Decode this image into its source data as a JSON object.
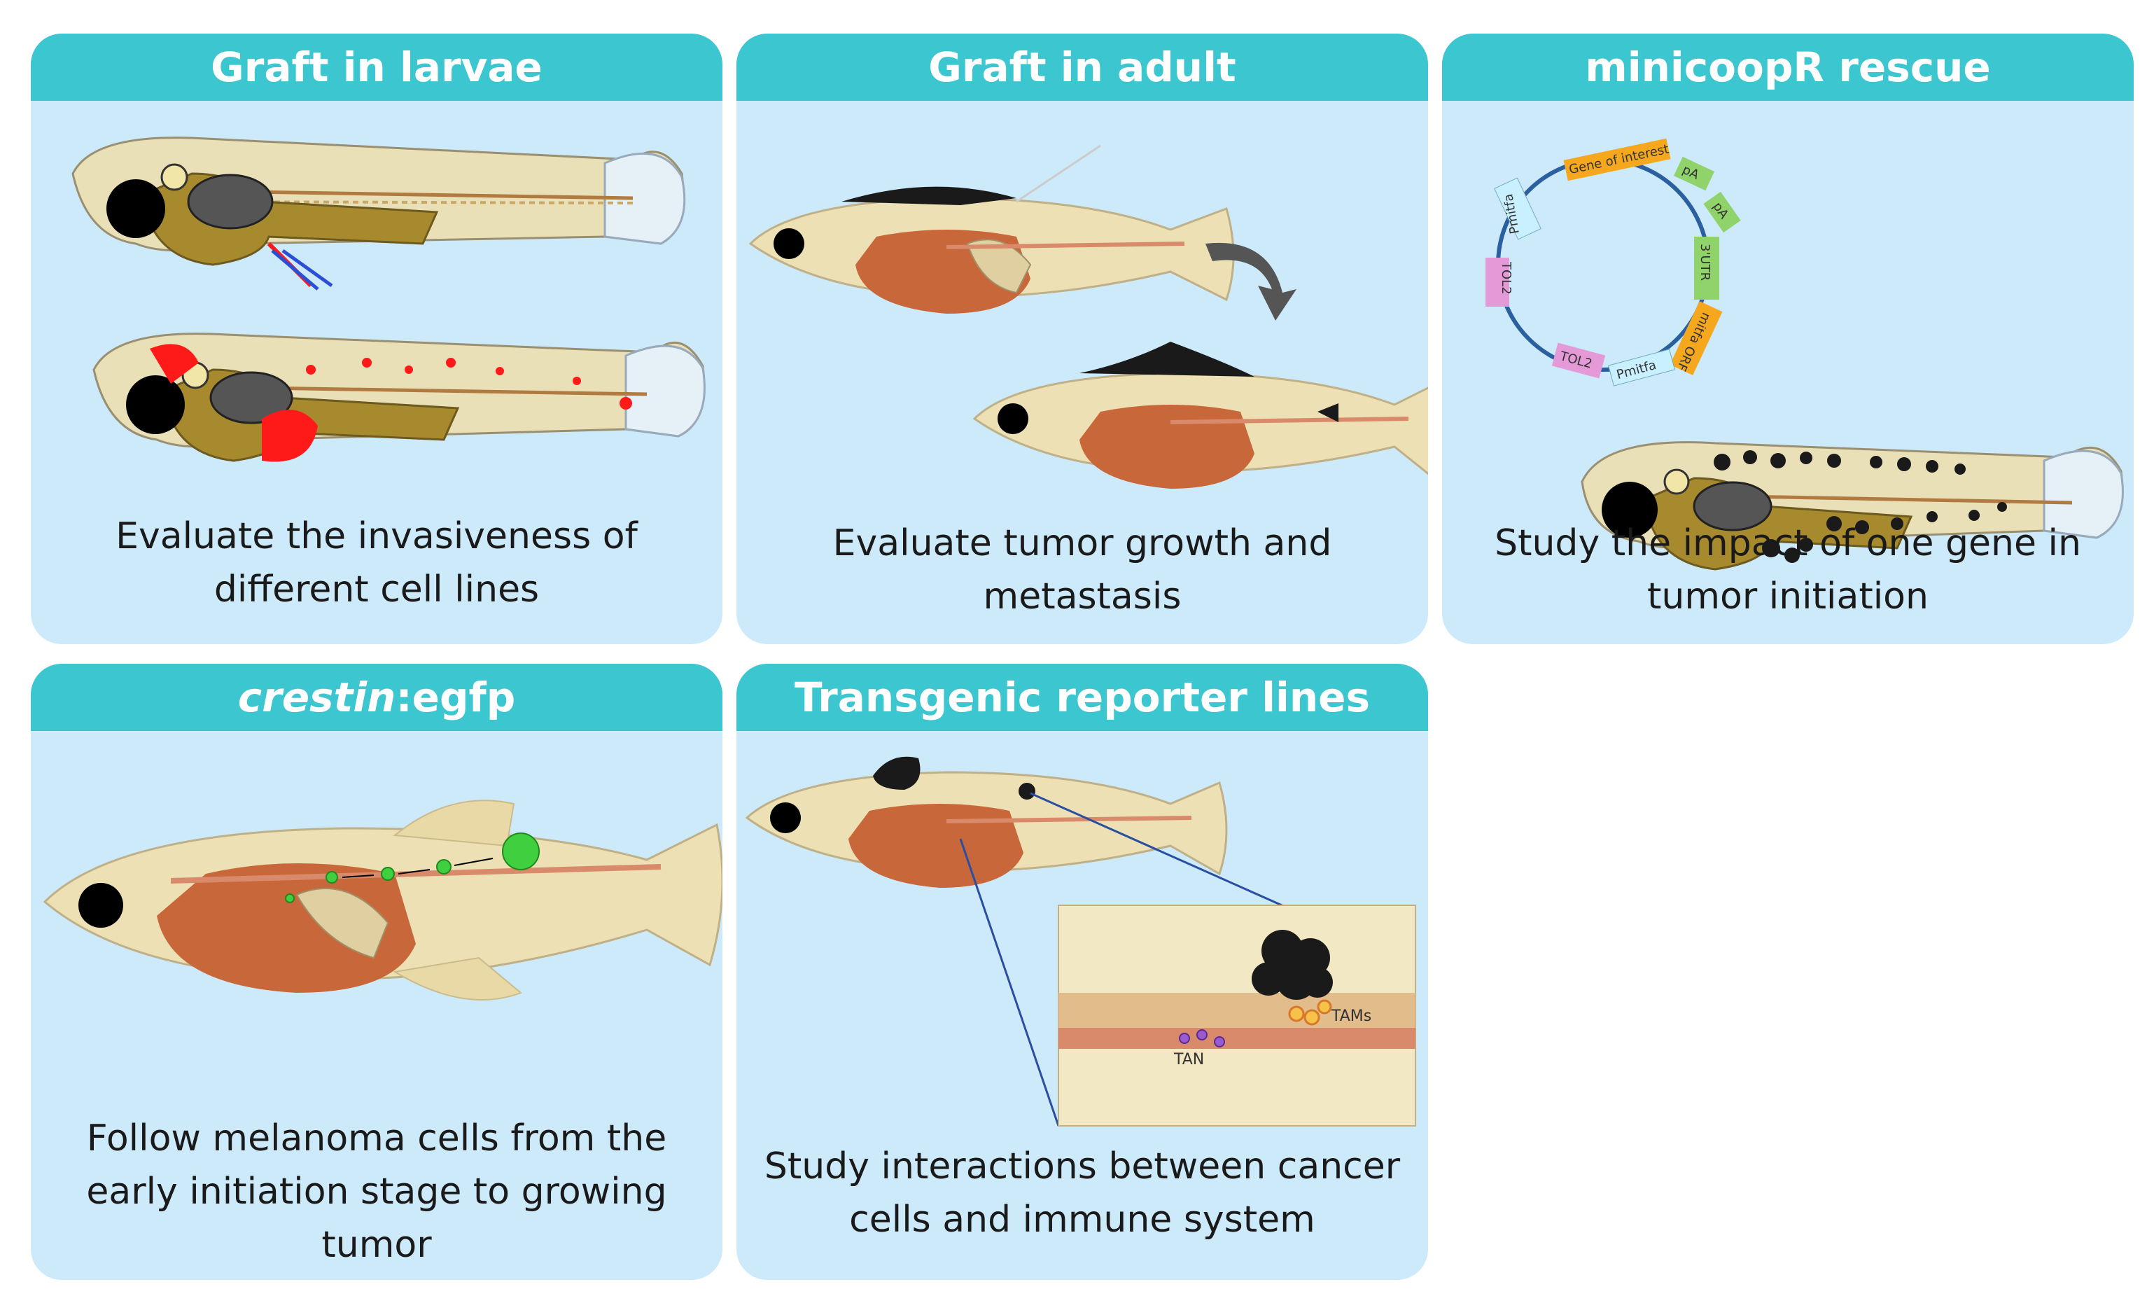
{
  "panels": [
    {
      "id": "graft-larvae",
      "title": "Graft in larvae",
      "caption": "Evaluate the invasiveness of different cell lines"
    },
    {
      "id": "graft-adult",
      "title": "Graft in adult",
      "caption": "Evaluate tumor growth and metastasis"
    },
    {
      "id": "minicoopr",
      "title": "minicoopR rescue",
      "caption": "Study the impact of one gene in tumor initiation",
      "plasmid_labels": [
        "Gene of interest",
        "pA",
        "pA",
        "3'UTR",
        "mitfa ORF",
        "Pmitfa",
        "TOL2",
        "TOL2",
        "Pmitfa"
      ]
    },
    {
      "id": "crestin",
      "title_italic": "crestin",
      "title_rest": ":egfp",
      "caption": "Follow melanoma cells from the early initiation stage to growing tumor"
    },
    {
      "id": "reporter",
      "title": "Transgenic reporter lines",
      "caption": "Study interactions between cancer cells and immune system",
      "labels": {
        "tams": "TAMs",
        "tan": "TAN"
      }
    }
  ],
  "colors": {
    "header": "#3bc6d0",
    "panel_bg": "#cdeafb",
    "tumor_red": "#ff1a1a",
    "melanoma": "#1a1a1a",
    "egfp": "#3fcf3f",
    "fish_body": "#ece0b4",
    "organ": "#c8683a",
    "yolk": "#a88a2e"
  }
}
